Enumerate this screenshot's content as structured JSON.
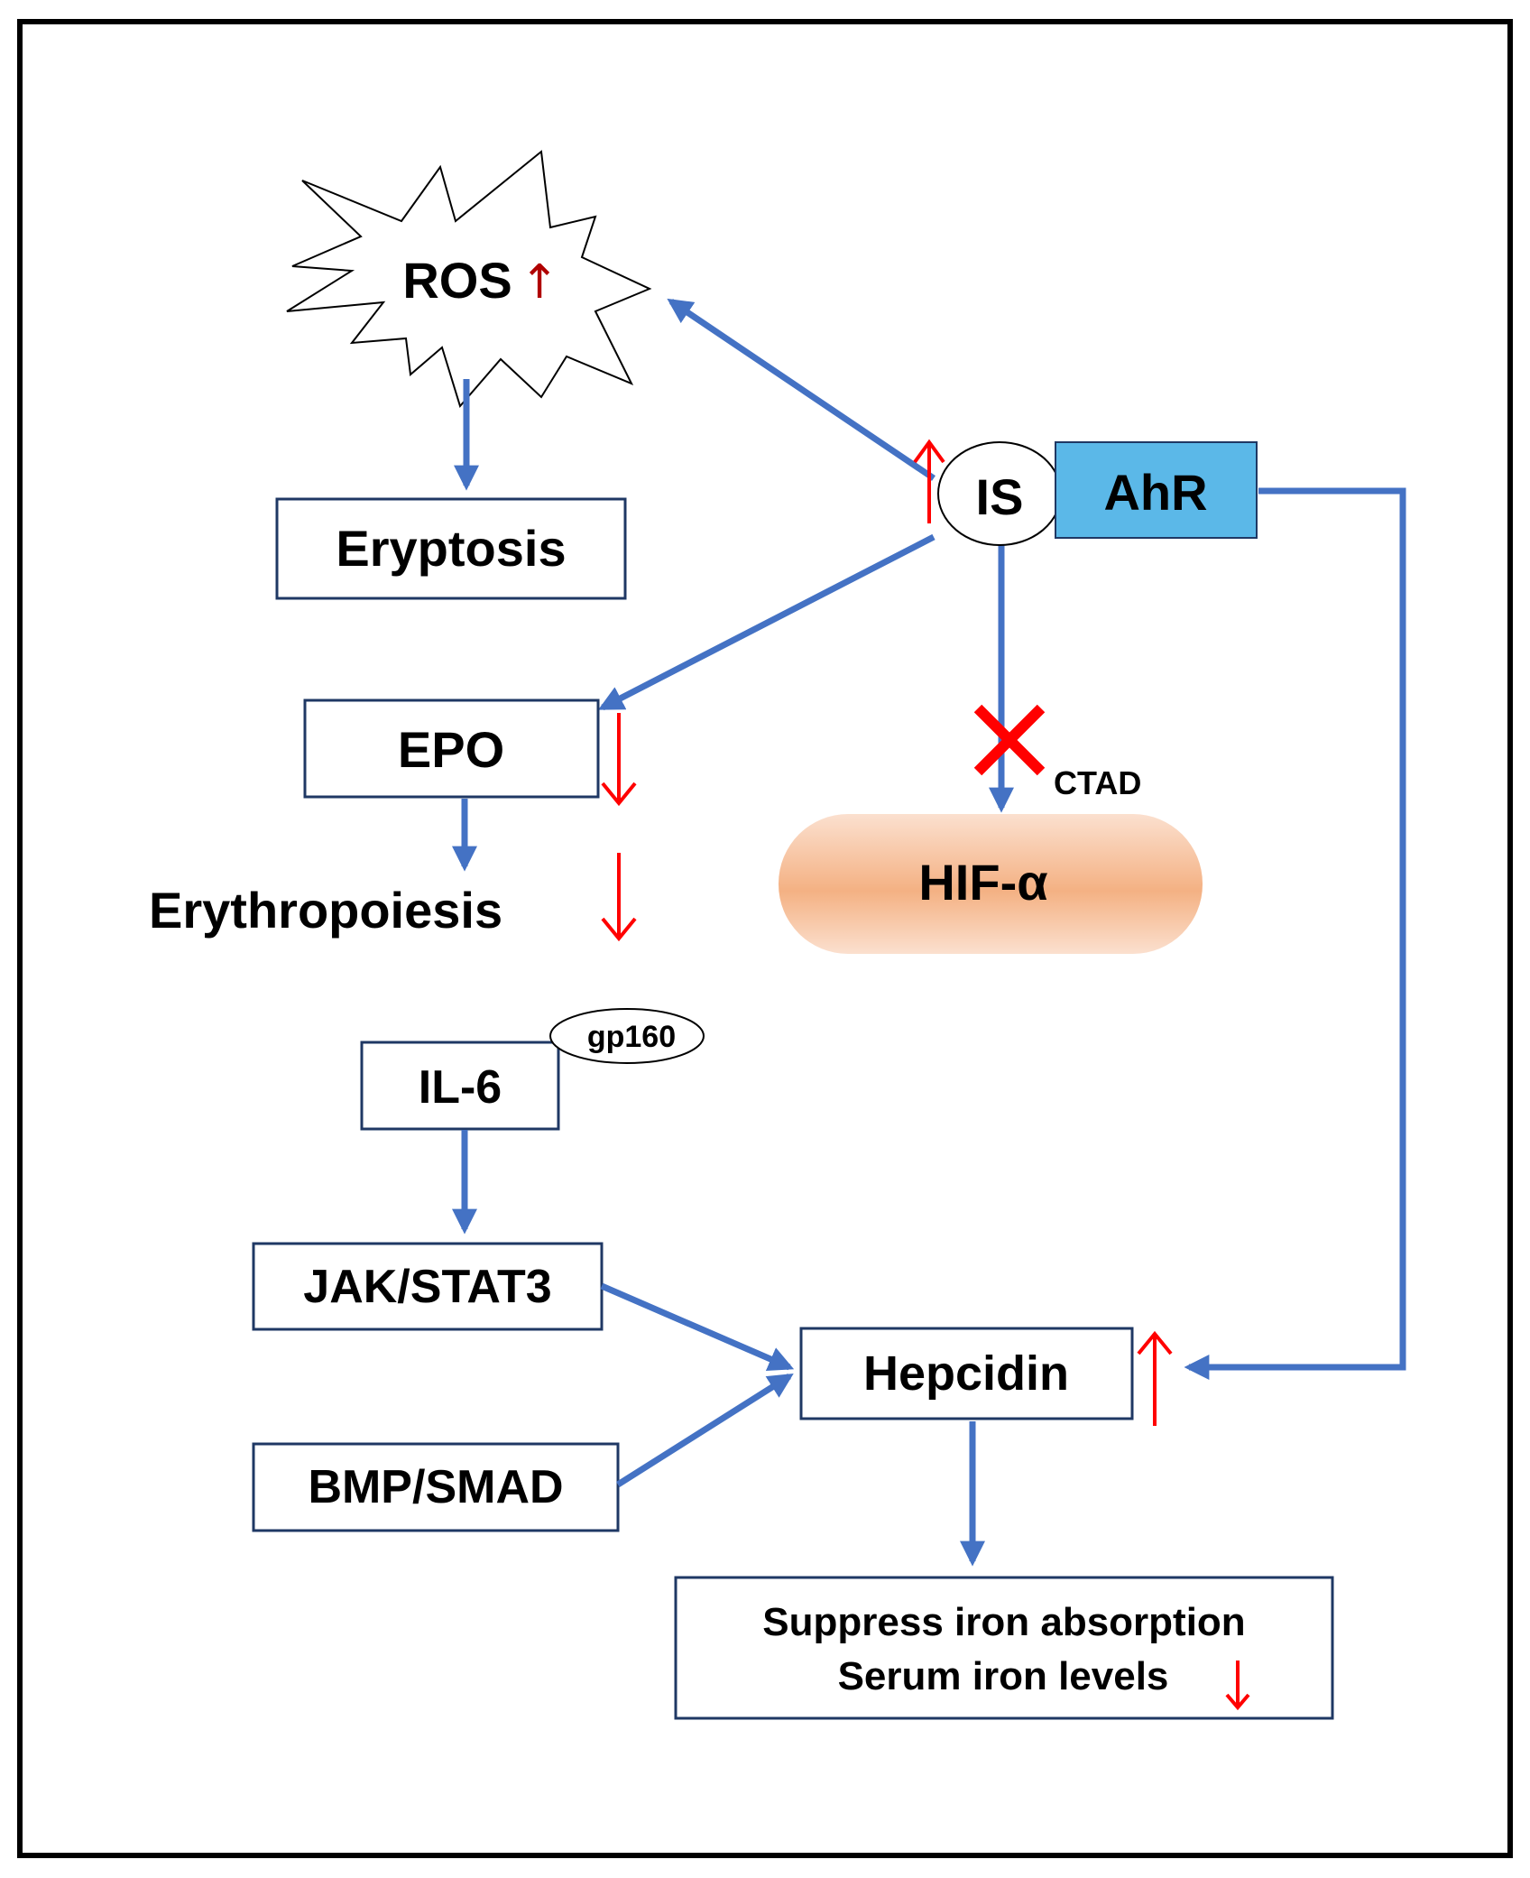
{
  "nodes": {
    "ros": "ROS",
    "ros_arrow": "↑",
    "eryptosis": "Eryptosis",
    "is": "IS",
    "ahr": "AhR",
    "epo": "EPO",
    "erythropoiesis": "Erythropoiesis",
    "ctad": "CTAD",
    "hif": "HIF-α",
    "gp160": "gp160",
    "il6": "IL-6",
    "jak": "JAK/STAT3",
    "bmp": "BMP/SMAD",
    "hepcidin": "Hepcidin",
    "suppress": "Suppress iron absorption",
    "serum": "Serum iron levels"
  },
  "colors": {
    "arrow": "#4472c4",
    "indicator": "#ff0000",
    "ahr_fill": "#5bb8e8",
    "hif_fill": "#f4b183"
  }
}
